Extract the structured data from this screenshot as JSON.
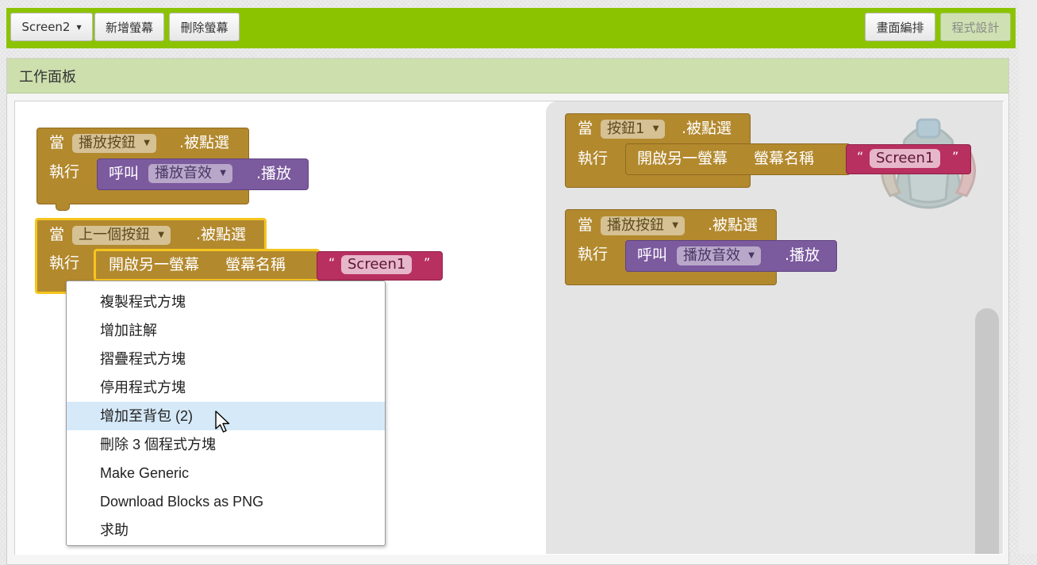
{
  "toolbar": {
    "screen_selector": "Screen2",
    "add_screen": "新增螢幕",
    "remove_screen": "刪除螢幕",
    "designer": "畫面編排",
    "blocks": "程式設計"
  },
  "panel": {
    "title": "工作面板"
  },
  "workspace_blocks": {
    "block1": {
      "when": "當",
      "component": "播放按鈕",
      "event": ".被點選",
      "do": "執行",
      "call": "呼叫",
      "call_component": "播放音效",
      "method": ".播放"
    },
    "block2": {
      "when": "當",
      "component": "上一個按鈕",
      "event": ".被點選",
      "do": "執行",
      "action": "開啟另一螢幕",
      "param": "螢幕名稱",
      "quote_open": "“",
      "string_value": "Screen1",
      "quote_close": "”"
    }
  },
  "backpack_blocks": {
    "block1": {
      "when": "當",
      "component": "按鈕1",
      "event": ".被點選",
      "do": "執行",
      "action": "開啟另一螢幕",
      "param": "螢幕名稱",
      "quote_open": "“",
      "string_value": "Screen1",
      "quote_close": "”"
    },
    "block2": {
      "when": "當",
      "component": "播放按鈕",
      "event": ".被點選",
      "do": "執行",
      "call": "呼叫",
      "call_component": "播放音效",
      "method": ".播放"
    }
  },
  "context_menu": {
    "items": [
      {
        "label": "複製程式方塊"
      },
      {
        "label": "增加註解"
      },
      {
        "label": "摺疊程式方塊"
      },
      {
        "label": "停用程式方塊"
      },
      {
        "label": "增加至背包 (2)",
        "highlighted": true
      },
      {
        "label": "刪除 3 個程式方塊"
      },
      {
        "label": "Make Generic"
      },
      {
        "label": "Download Blocks as PNG"
      },
      {
        "label": "求助"
      }
    ]
  },
  "colors": {
    "toolbar_green": "#8cc300",
    "panel_header": "#cddfad",
    "event_block": "#b3892e",
    "procedure_block": "#7c5a9e",
    "text_block": "#b8305f",
    "selection_outline": "#f5c51e",
    "menu_highlight": "#d6e9f8"
  },
  "icons": {
    "dropdown": "triangle-down",
    "backpack": "backpack-icon",
    "cursor": "mouse-pointer"
  }
}
